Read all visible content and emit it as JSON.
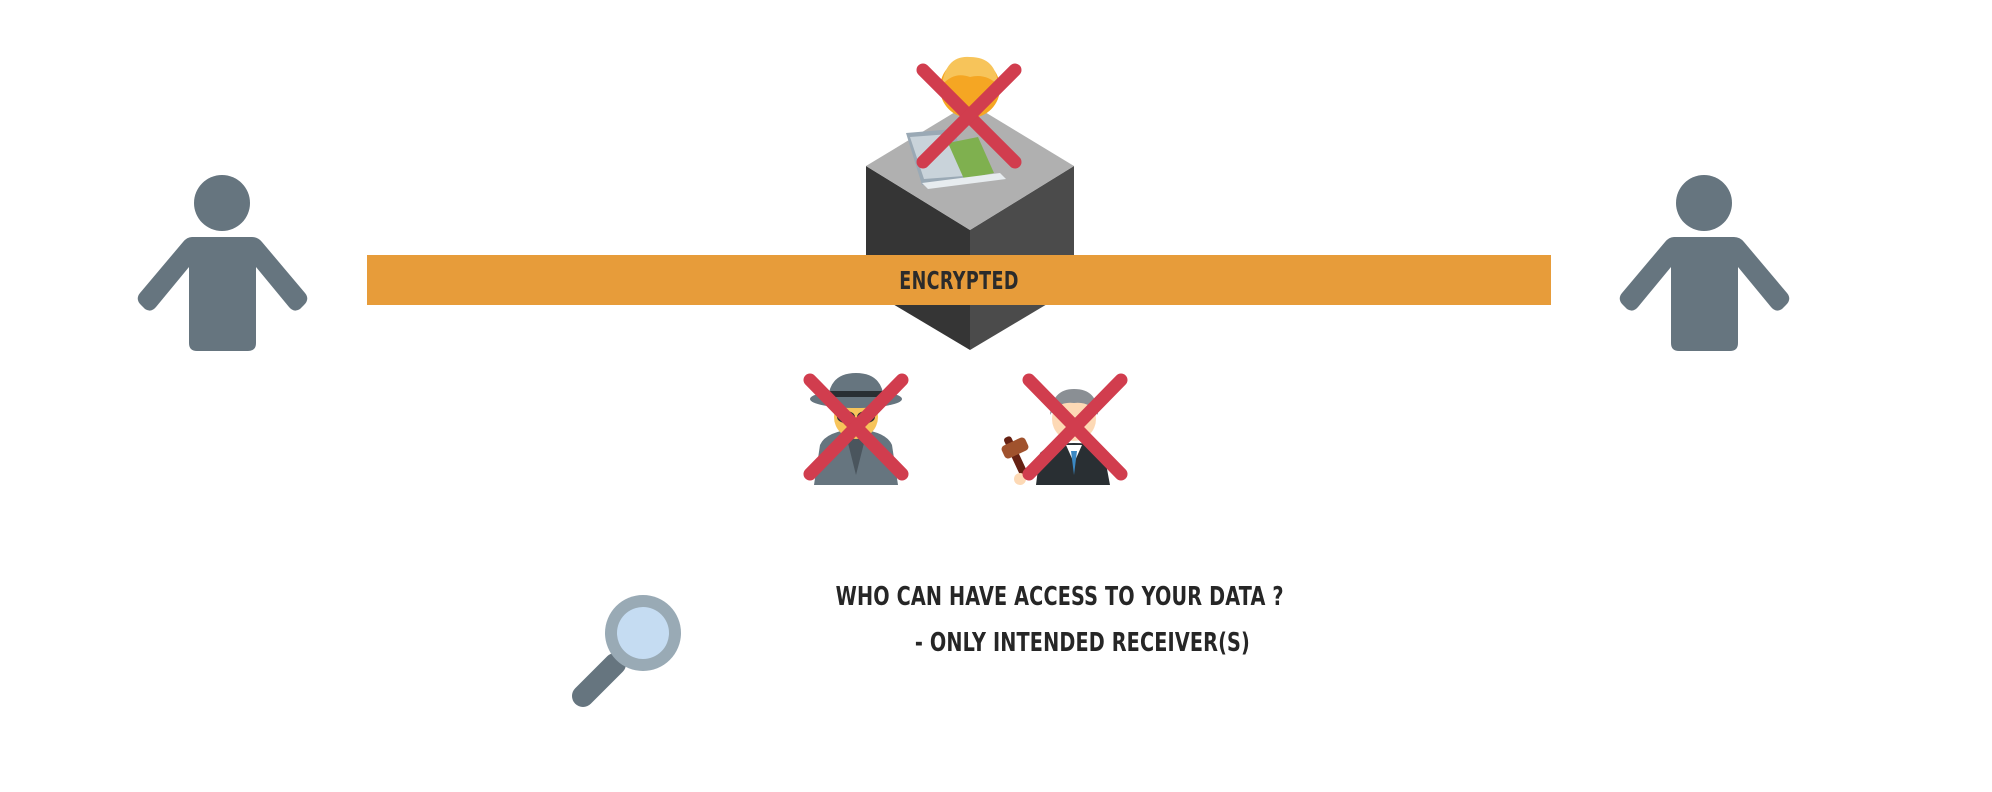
{
  "channel": {
    "label": "ENCRYPTED"
  },
  "caption": {
    "question": "WHO CAN HAVE ACCESS TO YOUR DATA ?",
    "answer": "- ONLY INTENDED RECEIVER(S)"
  },
  "icons": {
    "sender": "person-icon",
    "receiver": "person-icon",
    "cloud_server": "cloud-server-box-icon",
    "provider": "provider-person-icon",
    "spy": "spy-icon",
    "judge": "judge-icon",
    "magnifier": "magnifying-glass-icon",
    "blocked": "red-x-icon"
  },
  "colors": {
    "person": "#66757f",
    "bar": "#e79c3a",
    "cross": "#d13d4e",
    "box_top": "#b0b0b0",
    "box_left": "#353535",
    "box_right": "#4b4b4b",
    "lens": "#c5dcf2"
  }
}
